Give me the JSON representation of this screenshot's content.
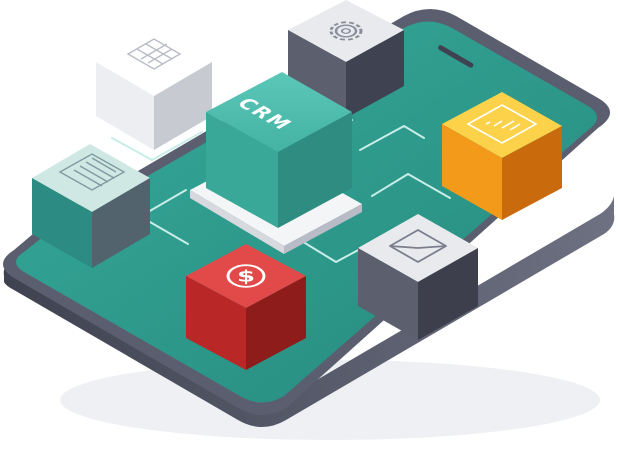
{
  "hub": {
    "label": "CRM"
  },
  "blocks": [
    {
      "id": "crm-hub",
      "icon": "crm-text-icon",
      "color": "#3fb8a8"
    },
    {
      "id": "settings-block",
      "icon": "gear-icon",
      "color": "#4e505e"
    },
    {
      "id": "calendar-block",
      "icon": "calendar-icon",
      "color": "#e6e7ec"
    },
    {
      "id": "document-block",
      "icon": "document-lines-icon",
      "color": "#2f8d85"
    },
    {
      "id": "analytics-block",
      "icon": "bar-chart-icon",
      "color": "#f39a1a"
    },
    {
      "id": "finance-block",
      "icon": "dollar-coin-icon",
      "color": "#c6302f"
    },
    {
      "id": "mail-block",
      "icon": "envelope-icon",
      "color": "#4e505e"
    }
  ],
  "device": {
    "icon": "smartphone-icon",
    "screen_color": "#2b9a8c",
    "frame_color": "#5b5e6f"
  }
}
